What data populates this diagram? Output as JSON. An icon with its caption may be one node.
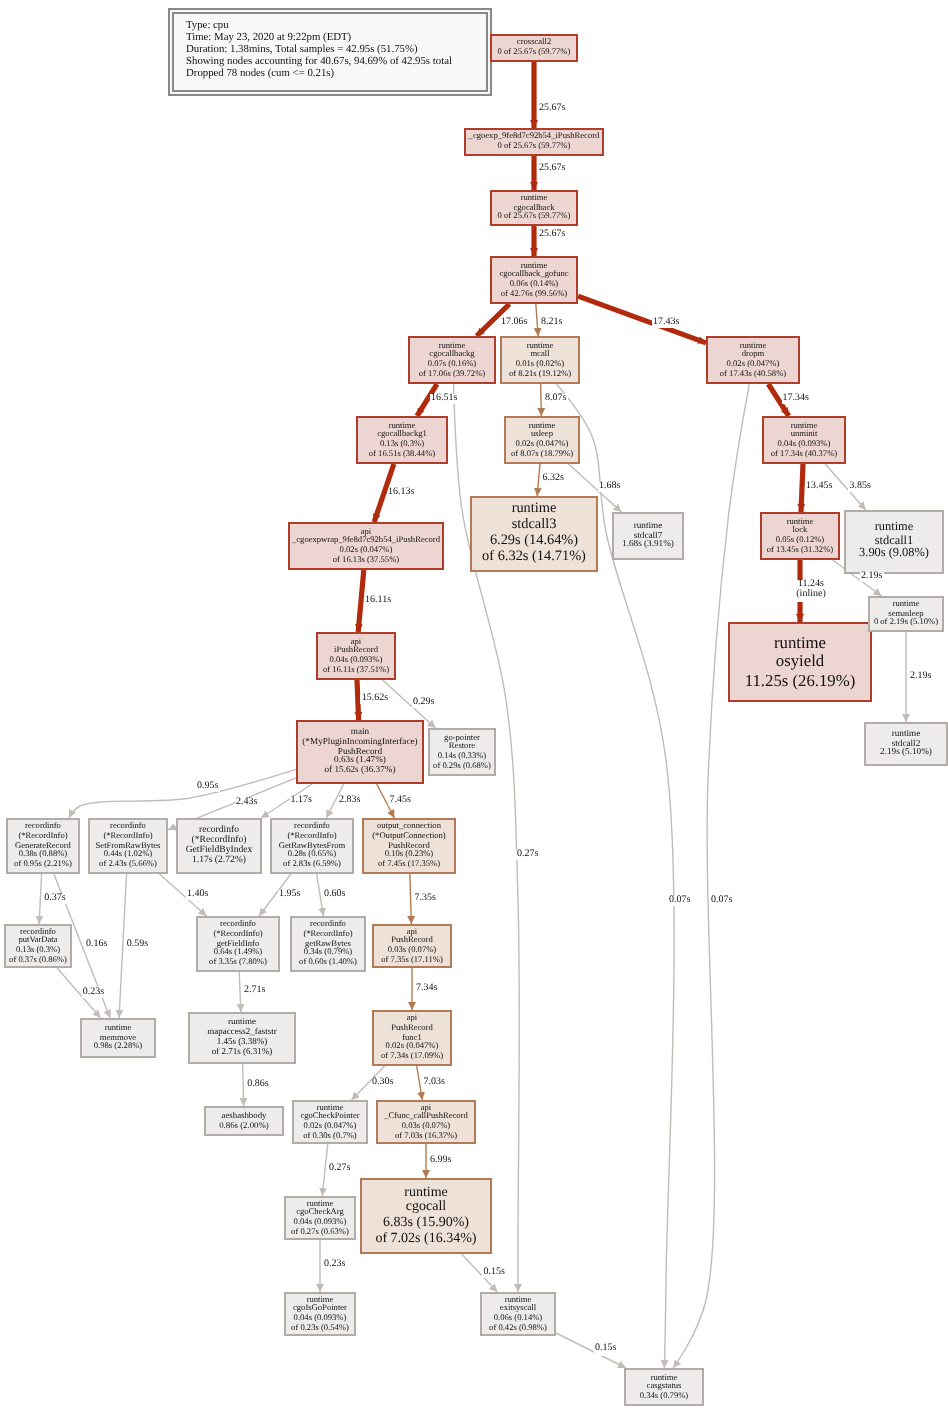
{
  "diagram": {
    "nodes": [
      {
        "text": [
          "Type: cpu",
          "Time: May 23, 2020 at 9:22pm (EDT)",
          "Duration: 1.38mins, Total samples = 42.95s (51.75%)",
          "Showing nodes accounting for 40.67s, 94.69% of 42.95s total",
          "Dropped 78 nodes (cum <= 0.21s)"
        ]
      },
      {
        "text": [
          "crosscall2",
          "0 of 25.67s (59.77%)"
        ]
      },
      {
        "text": [
          "_cgoexp_9fe8d7c92b54_iPushRecord",
          "0 of 25.67s (59.77%)"
        ]
      },
      {
        "text": [
          "runtime",
          "cgocallback",
          "0 of 25.67s (59.77%)"
        ]
      },
      {
        "text": [
          "runtime",
          "cgocallback_gofunc",
          "0.06s (0.14%)",
          "of 42.76s (99.56%)"
        ]
      },
      {
        "text": [
          "runtime",
          "cgocallbackg",
          "0.07s (0.16%)",
          "of 17.06s (39.72%)"
        ]
      },
      {
        "text": [
          "runtime",
          "mcall",
          "0.01s (0.02%)",
          "of 8.21s (19.12%)"
        ]
      },
      {
        "text": [
          "runtime",
          "usleep",
          "0.02s (0.047%)",
          "of 8.07s (18.79%)"
        ]
      },
      {
        "text": [
          "runtime",
          "stdcall3",
          "6.29s (14.64%)",
          "of 6.32s (14.71%)"
        ]
      },
      {
        "text": [
          "runtime",
          "stdcall7",
          "1.68s (3.91%)"
        ]
      },
      {
        "text": [
          "runtime",
          "dropm",
          "0.02s (0.047%)",
          "of 17.43s (40.58%)"
        ]
      },
      {
        "text": [
          "runtime",
          "unminit",
          "0.04s (0.093%)",
          "of 17.34s (40.37%)"
        ]
      },
      {
        "text": [
          "runtime",
          "stdcall1",
          "3.90s (9.08%)"
        ]
      },
      {
        "text": [
          "runtime",
          "lock",
          "0.05s (0.12%)",
          "of 13.45s (31.32%)"
        ]
      },
      {
        "text": [
          "runtime",
          "osyield",
          "11.25s (26.19%)"
        ]
      },
      {
        "text": [
          "runtime",
          "semasleep",
          "0 of 2.19s (5.10%)"
        ]
      },
      {
        "text": [
          "runtime",
          "stdcall2",
          "2.19s (5.10%)"
        ]
      },
      {
        "text": [
          "runtime",
          "cgocallbackg1",
          "0.13s (0.3%)",
          "of 16.51s (38.44%)"
        ]
      },
      {
        "text": [
          "api",
          "_cgoexpwrap_9fe8d7c92b54_iPushRecord",
          "0.02s (0.047%)",
          "of 16.13s (37.55%)"
        ]
      },
      {
        "text": [
          "api",
          "iPushRecord",
          "0.04s (0.093%)",
          "of 16.11s (37.51%)"
        ]
      },
      {
        "text": [
          "go-pointer",
          "Restore",
          "0.14s (0.33%)",
          "of 0.29s (0.68%)"
        ]
      },
      {
        "text": [
          "main",
          "(*MyPluginIncomingInterface)",
          "PushRecord",
          "0.63s (1.47%)",
          "of 15.62s (36.37%)"
        ]
      },
      {
        "text": [
          "recordinfo",
          "(*RecordInfo)",
          "GenerateRecord",
          "0.38s (0.88%)",
          "of 0.95s (2.21%)"
        ]
      },
      {
        "text": [
          "recordinfo",
          "(*RecordInfo)",
          "SetFromRawBytes",
          "0.44s (1.02%)",
          "of 2.43s (5.66%)"
        ]
      },
      {
        "text": [
          "recordinfo",
          "(*RecordInfo)",
          "GetFieldByIndex",
          "1.17s (2.72%)"
        ]
      },
      {
        "text": [
          "recordinfo",
          "(*RecordInfo)",
          "GetRawBytesFrom",
          "0.28s (0.65%)",
          "of 2.83s (6.59%)"
        ]
      },
      {
        "text": [
          "output_connection",
          "(*OutputConnection)",
          "PushRecord",
          "0.10s (0.23%)",
          "of 7.45s (17.35%)"
        ]
      },
      {
        "text": [
          "recordinfo",
          "putVarData",
          "0.13s (0.3%)",
          "of 0.37s (0.86%)"
        ]
      },
      {
        "text": [
          "recordinfo",
          "(*RecordInfo)",
          "getFieldInfo",
          "0.64s (1.49%)",
          "of 3.35s (7.80%)"
        ]
      },
      {
        "text": [
          "recordinfo",
          "(*RecordInfo)",
          "getRawBytes",
          "0.34s (0.79%)",
          "of 0.60s (1.40%)"
        ]
      },
      {
        "text": [
          "api",
          "PushRecord",
          "0.03s (0.07%)",
          "of 7.35s (17.11%)"
        ]
      },
      {
        "text": [
          "runtime",
          "memmove",
          "0.98s (2.28%)"
        ]
      },
      {
        "text": [
          "runtime",
          "mapaccess2_faststr",
          "1.45s (3.38%)",
          "of 2.71s (6.31%)"
        ]
      },
      {
        "text": [
          "aeshashbody",
          "0.86s (2.00%)"
        ]
      },
      {
        "text": [
          "api",
          "PushRecord",
          "func1",
          "0.02s (0.047%)",
          "of 7.34s (17.09%)"
        ]
      },
      {
        "text": [
          "runtime",
          "cgoCheckPointer",
          "0.02s (0.047%)",
          "of 0.30s (0.7%)"
        ]
      },
      {
        "text": [
          "api",
          "_Cfunc_callPushRecord",
          "0.03s (0.07%)",
          "of 7.03s (16.37%)"
        ]
      },
      {
        "text": [
          "runtime",
          "cgocall",
          "6.83s (15.90%)",
          "of 7.02s (16.34%)"
        ]
      },
      {
        "text": [
          "runtime",
          "cgoCheckArg",
          "0.04s (0.093%)",
          "of 0.27s (0.63%)"
        ]
      },
      {
        "text": [
          "runtime",
          "cgoIsGoPointer",
          "0.04s (0.093%)",
          "of 0.23s (0.54%)"
        ]
      },
      {
        "text": [
          "runtime",
          "exitsyscall",
          "0.06s (0.14%)",
          "of 0.42s (0.98%)"
        ]
      },
      {
        "text": [
          "runtime",
          "casgstatus",
          "0.34s (0.79%)"
        ]
      }
    ],
    "edges": [
      {
        "from": 1,
        "to": 2,
        "arrow": "to",
        "label": "25.67s",
        "style": "thick",
        "color": "#b22a0c"
      },
      {
        "from": 2,
        "to": 3,
        "arrow": "to",
        "label": "25.67s",
        "style": "thick",
        "color": "#b22a0c"
      },
      {
        "from": 3,
        "to": 4,
        "arrow": "to",
        "label": "25.67s",
        "style": "thick",
        "color": "#b22a0c"
      },
      {
        "from": 4,
        "to": 5,
        "arrow": "to",
        "label": "17.06s",
        "style": "thick",
        "color": "#b22a0c"
      },
      {
        "from": 4,
        "to": 6,
        "arrow": "to",
        "label": "8.21s",
        "color": "#b27a52"
      },
      {
        "from": 4,
        "to": 10,
        "arrow": "to",
        "label": "17.43s",
        "style": "thick",
        "color": "#b22a0c"
      },
      {
        "from": 5,
        "to": 17,
        "arrow": "to",
        "label": "16.51s",
        "style": "thick",
        "color": "#b22a0c"
      },
      {
        "from": 17,
        "to": 18,
        "arrow": "to",
        "label": "16.13s",
        "style": "thick",
        "color": "#b22a0c"
      },
      {
        "from": 18,
        "to": 19,
        "arrow": "to",
        "label": "16.11s",
        "style": "thick",
        "color": "#b22a0c"
      },
      {
        "from": 19,
        "to": 21,
        "arrow": "to",
        "label": "15.62s",
        "style": "thick",
        "color": "#b22a0c"
      },
      {
        "from": 19,
        "to": 20,
        "arrow": "to",
        "label": "0.29s"
      },
      {
        "from": 6,
        "to": 7,
        "arrow": "to",
        "label": "8.07s",
        "color": "#b27a52"
      },
      {
        "from": 7,
        "to": 8,
        "arrow": "to",
        "label": "6.32s",
        "color": "#b27a52"
      },
      {
        "from": 7,
        "to": 9,
        "arrow": "to",
        "label": "1.68s"
      },
      {
        "from": 10,
        "to": 11,
        "arrow": "to",
        "label": "17.34s",
        "style": "thick",
        "color": "#b22a0c"
      },
      {
        "from": 11,
        "to": 13,
        "arrow": "to",
        "label": "13.45s",
        "style": "thick",
        "color": "#b22a0c"
      },
      {
        "from": 11,
        "to": 12,
        "arrow": "to",
        "label": "3.85s"
      },
      {
        "from": 13,
        "to": 14,
        "arrow": "to",
        "label": "11.24s (inline)",
        "style": "thick",
        "color": "#b22a0c"
      },
      {
        "from": 13,
        "to": 15,
        "arrow": "to",
        "label": "2.19s"
      },
      {
        "from": 15,
        "to": 16,
        "arrow": "to",
        "label": "2.19s"
      },
      {
        "from": 21,
        "to": 22,
        "arrow": "to",
        "label": "0.95s"
      },
      {
        "from": 21,
        "to": 23,
        "arrow": "to",
        "label": "2.43s"
      },
      {
        "from": 21,
        "to": 24,
        "arrow": "to",
        "label": "1.17s"
      },
      {
        "from": 21,
        "to": 25,
        "arrow": "to",
        "label": "2.83s"
      },
      {
        "from": 21,
        "to": 26,
        "arrow": "to",
        "label": "7.45s",
        "color": "#b27a52"
      },
      {
        "from": 22,
        "to": 27,
        "arrow": "to",
        "label": "0.37s"
      },
      {
        "from": 22,
        "to": 31,
        "arrow": "to",
        "label": "0.16s"
      },
      {
        "from": 23,
        "to": 31,
        "arrow": "to",
        "label": "0.59s"
      },
      {
        "from": 27,
        "to": 31,
        "arrow": "to",
        "label": "0.23s"
      },
      {
        "from": 23,
        "to": 28,
        "arrow": "to",
        "label": "1.40s"
      },
      {
        "from": 25,
        "to": 28,
        "arrow": "to",
        "label": "1.95s"
      },
      {
        "from": 25,
        "to": 29,
        "arrow": "to",
        "label": "0.60s"
      },
      {
        "from": 28,
        "to": 32,
        "arrow": "to",
        "label": "2.71s"
      },
      {
        "from": 32,
        "to": 33,
        "arrow": "to",
        "label": "0.86s"
      },
      {
        "from": 26,
        "to": 30,
        "arrow": "to",
        "label": "7.35s",
        "color": "#b27a52"
      },
      {
        "from": 30,
        "to": 34,
        "arrow": "to",
        "label": "7.34s",
        "color": "#b27a52"
      },
      {
        "from": 34,
        "to": 35,
        "arrow": "to",
        "label": "0.30s"
      },
      {
        "from": 34,
        "to": 36,
        "arrow": "to",
        "label": "7.03s",
        "color": "#b27a52"
      },
      {
        "from": 36,
        "to": 37,
        "arrow": "to",
        "label": "6.99s",
        "color": "#b27a52"
      },
      {
        "from": 35,
        "to": 38,
        "arrow": "to",
        "label": "0.27s"
      },
      {
        "from": 38,
        "to": 39,
        "arrow": "to",
        "label": "0.23s"
      },
      {
        "from": 37,
        "to": 40,
        "arrow": "to",
        "label": "0.15s"
      },
      {
        "from": 40,
        "to": 41,
        "arrow": "to",
        "label": "0.15s"
      },
      {
        "from": 5,
        "to": 40,
        "arrow": "to",
        "label": "0.27s"
      },
      {
        "from": 6,
        "to": 41,
        "arrow": "to",
        "label": "0.07s"
      },
      {
        "from": 10,
        "to": 41,
        "arrow": "to",
        "label": "0.07s"
      }
    ]
  }
}
